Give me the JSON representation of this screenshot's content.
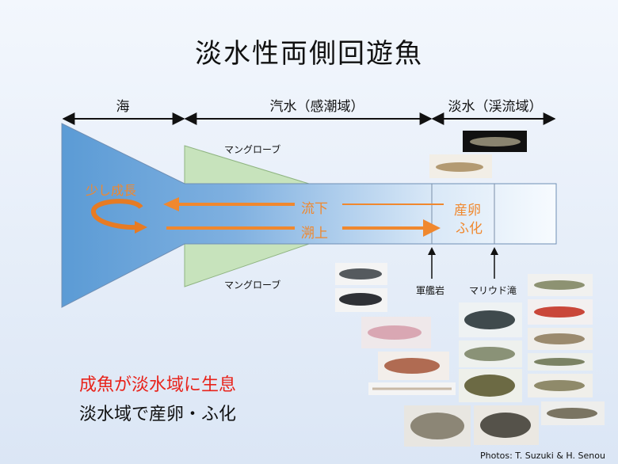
{
  "title": "淡水性両側回遊魚",
  "zones": {
    "sea": "海",
    "brackish": "汽水（感潮域）",
    "fresh": "淡水（渓流域）"
  },
  "labels": {
    "mangrove_top": "マングローブ",
    "mangrove_bottom": "マングローブ",
    "downstream": "流下",
    "upstream": "溯上",
    "growth": "少し成長",
    "spawn_line1": "産卵",
    "spawn_line2": "ふ化",
    "site_gunkan": "軍艦岩",
    "site_mariudo": "マリウド滝"
  },
  "summary": {
    "line1": "成魚が淡水域に生息",
    "line2": "淡水域で産卵・ふ化"
  },
  "credit": "Photos: T. Suzuki & H. Senou",
  "colors": {
    "sea_blue": "#5b9bd5",
    "mangrove_green": "#c7e3bc",
    "arrow_orange": "#f0882e",
    "emphasis_red": "#e8231b"
  }
}
